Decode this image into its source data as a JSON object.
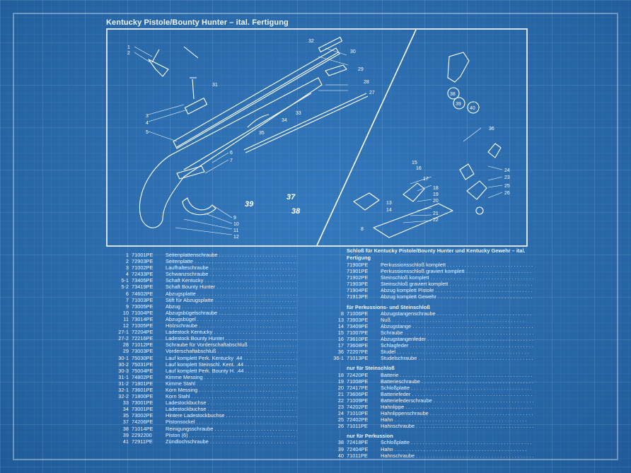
{
  "title": "Kentucky Pistole/Bounty Hunter  –  ital. Fertigung",
  "diagram": {
    "labels": [
      "1",
      "2",
      "3",
      "4",
      "5",
      "6",
      "7",
      "8",
      "9",
      "10",
      "11",
      "12",
      "13",
      "14",
      "15",
      "16",
      "17",
      "18",
      "19",
      "20",
      "21",
      "22",
      "23",
      "24",
      "25",
      "26",
      "27",
      "28",
      "29",
      "30",
      "31",
      "32",
      "33",
      "34",
      "35",
      "36",
      "37",
      "38",
      "39",
      "40"
    ],
    "handwritten": [
      "37",
      "38",
      "39"
    ]
  },
  "left_parts": [
    {
      "num": "1",
      "code": "71001PE",
      "desc": "Seitenplattenschraube"
    },
    {
      "num": "2",
      "code": "72903PE",
      "desc": "Seitenplatte"
    },
    {
      "num": "3",
      "code": "71002PE",
      "desc": "Laufhalteschraube"
    },
    {
      "num": "4",
      "code": "72433PE",
      "desc": "Schwanzschraube"
    },
    {
      "num": "5-1",
      "code": "73405PE",
      "desc": "Schaft Kentucky"
    },
    {
      "num": "5-2",
      "code": "73419PE",
      "desc": "Schaft Bounty Hunter"
    },
    {
      "num": "6",
      "code": "74602PE",
      "desc": "Abzugsplatte"
    },
    {
      "num": "7",
      "code": "71003PE",
      "desc": "Stift für Abzugsplatte"
    },
    {
      "num": "9",
      "code": "73005PE",
      "desc": "Abzug"
    },
    {
      "num": "10",
      "code": "71004PE",
      "desc": "Abzugsbügelschraube"
    },
    {
      "num": "11",
      "code": "73014PE",
      "desc": "Abzugsbügel"
    },
    {
      "num": "12",
      "code": "71005PE",
      "desc": "Holzschraube"
    },
    {
      "num": "27-1",
      "code": "72204PE",
      "desc": "Ladestock Kentucky"
    },
    {
      "num": "27-2",
      "code": "72216PE",
      "desc": "Ladestock Bounty Hunter"
    },
    {
      "num": "28",
      "code": "71012PE",
      "desc": "Schraube für Vorderschaftabschluß"
    },
    {
      "num": "29",
      "code": "73003PE",
      "desc": "Vorderschaftabschluß"
    },
    {
      "num": "30-1",
      "code": "75030PE",
      "desc": "Lauf komplett Perk. Kentucky .44"
    },
    {
      "num": "30-2",
      "code": "75031PE",
      "desc": "Lauf komplett Steinschl. Kent. .44"
    },
    {
      "num": "30-3",
      "code": "75004PE",
      "desc": "Lauf komplett Perk. Bounty H. .44"
    },
    {
      "num": "31-1",
      "code": "74802PE",
      "desc": "Kimme Messing"
    },
    {
      "num": "31-2",
      "code": "71801PE",
      "desc": "Kimme Stahl"
    },
    {
      "num": "32-1",
      "code": "73601PE",
      "desc": "Korn Messing"
    },
    {
      "num": "32-2",
      "code": "71800PE",
      "desc": "Korn Stahl"
    },
    {
      "num": "33",
      "code": "73001PE",
      "desc": "Ladestockbuchse"
    },
    {
      "num": "34",
      "code": "73001PE",
      "desc": "Ladestockbuchse"
    },
    {
      "num": "35",
      "code": "73002PE",
      "desc": "Hintere Ladestockbuchse"
    },
    {
      "num": "37",
      "code": "74206PE",
      "desc": "Pistonsockel"
    },
    {
      "num": "38",
      "code": "71014PE",
      "desc": "Reinigungsschraube"
    },
    {
      "num": "39",
      "code": "2292200",
      "desc": "Piston (6)"
    },
    {
      "num": "41",
      "code": "72911PE",
      "desc": "Zündlochschraube"
    }
  ],
  "lock": {
    "header": "Schloß für Kentucky Pistole/Bounty Hunter und Kentucky Gewehr  –  ital. Fertigung",
    "complete": [
      {
        "num": "",
        "code": "71900PE",
        "desc": "Perkussionsschloß komplett"
      },
      {
        "num": "",
        "code": "71901PE",
        "desc": "Perkussionsschloß graviert komplett"
      },
      {
        "num": "",
        "code": "71902PE",
        "desc": "Steinschloß komplett"
      },
      {
        "num": "",
        "code": "71903PE",
        "desc": "Steinschloß graviert komplett"
      },
      {
        "num": "",
        "code": "71904PE",
        "desc": "Abzug komplett Pistole"
      },
      {
        "num": "",
        "code": "71913PE",
        "desc": "Abzug komplett Gewehr"
      }
    ],
    "both_header": "für Perkussions- und Steinschloß",
    "both": [
      {
        "num": "8",
        "code": "71006PE",
        "desc": "Abzugstangenschraube"
      },
      {
        "num": "13",
        "code": "73903PE",
        "desc": "Nuß"
      },
      {
        "num": "14",
        "code": "73409PE",
        "desc": "Abzugstange"
      },
      {
        "num": "15",
        "code": "71007PE",
        "desc": "Schraube"
      },
      {
        "num": "16",
        "code": "73610PE",
        "desc": "Abzugstangenfeder"
      },
      {
        "num": "17",
        "code": "73608PE",
        "desc": "Schlagfeder"
      },
      {
        "num": "36",
        "code": "72207PE",
        "desc": "Studel"
      },
      {
        "num": "36-1",
        "code": "71013PE",
        "desc": "Studelschraube"
      }
    ],
    "flint_header": "nur für Steinschloß",
    "flint": [
      {
        "num": "18",
        "code": "72420PE",
        "desc": "Batterie"
      },
      {
        "num": "19",
        "code": "71008PE",
        "desc": "Batterieschraube"
      },
      {
        "num": "20",
        "code": "72417PE",
        "desc": "Schloßplatte"
      },
      {
        "num": "21",
        "code": "73606PE",
        "desc": "Batteriefeder"
      },
      {
        "num": "22",
        "code": "71009PE",
        "desc": "Batteriefederschraube"
      },
      {
        "num": "23",
        "code": "74202PE",
        "desc": "Hahnlippe"
      },
      {
        "num": "24",
        "code": "71010PE",
        "desc": "Hahnlippenschraube"
      },
      {
        "num": "25",
        "code": "72402PE",
        "desc": "Hahn"
      },
      {
        "num": "26",
        "code": "71011PE",
        "desc": "Hahnschraube"
      }
    ],
    "perc_header": "nur für Perkussion",
    "perc": [
      {
        "num": "38",
        "code": "72418PE",
        "desc": "Schloßplatte"
      },
      {
        "num": "39",
        "code": "72404PE",
        "desc": "Hahn"
      },
      {
        "num": "40",
        "code": "71011PE",
        "desc": "Hahnschraube"
      }
    ]
  }
}
